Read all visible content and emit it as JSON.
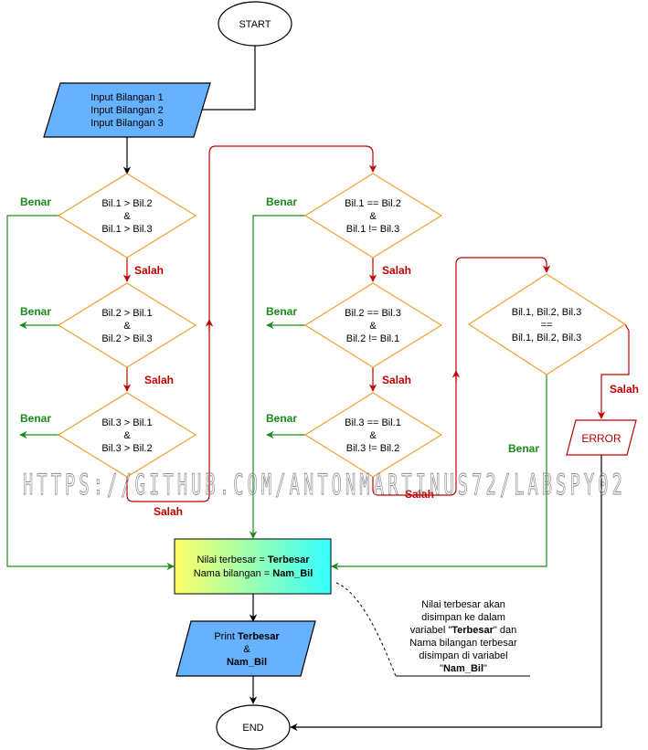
{
  "start": "START",
  "end": "END",
  "input": [
    "Input Bilangan 1",
    "Input Bilangan 2",
    "Input Bilangan 3"
  ],
  "col1": [
    [
      "Bil.1 > Bil.2",
      "&",
      "Bil.1 > Bil.3"
    ],
    [
      "Bil.2 > Bil.1",
      "&",
      "Bil.2 > Bil.3"
    ],
    [
      "Bil.3 > Bil.1",
      "&",
      "Bil.3 > Bil.2"
    ]
  ],
  "col2": [
    [
      "Bil.1 == Bil.2",
      "&",
      "Bil.1 != Bil.3"
    ],
    [
      "Bil.2 == Bil.3",
      "&",
      "Bil.2 != Bil.1"
    ],
    [
      "Bil.3 == Bil.1",
      "&",
      "Bil.3 != Bil.2"
    ]
  ],
  "col3": [
    "Bil.1, Bil.2, Bil.3",
    "==",
    "Bil.1, Bil.2, Bil.3"
  ],
  "error": "ERROR",
  "labels": {
    "benar": "Benar",
    "salah": "Salah"
  },
  "result": {
    "line1_prefix": "Nilai terbesar = ",
    "line1_bold": "Terbesar",
    "line2_prefix": "Nama bilangan = ",
    "line2_bold": "Nam_Bil"
  },
  "print": {
    "prefix": "Print ",
    "bold1": "Terbesar",
    "amp": "&",
    "bold2": "Nam_Bil"
  },
  "note": {
    "l1": "Nilai terbesar  akan",
    "l2": "disimpan ke dalam",
    "l3a": "variabel \"",
    "l3b": "Terbesar",
    "l3c": "\" dan",
    "l4": "Nama bilangan terbesar",
    "l5": "disimpan di variabel",
    "l6a": "\"",
    "l6b": "Nam_Bil",
    "l6c": "\""
  },
  "watermark": "HTTPS://GITHUB.COM/ANTONMARTINUS72/LABSPY02",
  "colors": {
    "decision_stroke": "#f0a030",
    "io_fill": "#66b2ff",
    "green": "#1a8c1a",
    "red": "#c00000",
    "black": "#000000"
  }
}
